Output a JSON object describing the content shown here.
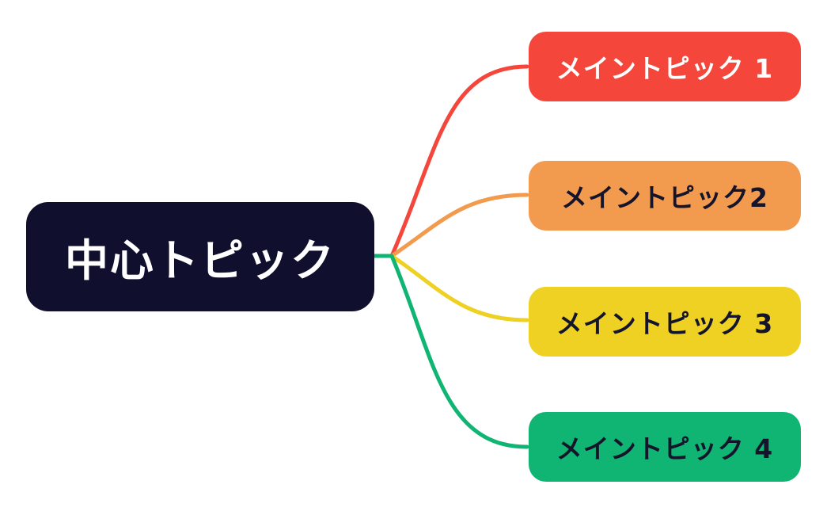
{
  "canvas": {
    "background": "#ffffff"
  },
  "diagram": {
    "type": "mindmap",
    "center": {
      "label": "中心トピック",
      "bg": "#10102e",
      "text_color": "#ffffff"
    },
    "branches": [
      {
        "label": "メイントピック 1",
        "bg": "#f4463b",
        "text_color": "#ffffff",
        "line_color": "#f4463b"
      },
      {
        "label": "メイントピック2",
        "bg": "#f29a4e",
        "text_color": "#14142b",
        "line_color": "#f29a4e"
      },
      {
        "label": "メイントピック 3",
        "bg": "#efd123",
        "text_color": "#14142b",
        "line_color": "#efd123"
      },
      {
        "label": "メイントピック 4",
        "bg": "#10b573",
        "text_color": "#14142b",
        "line_color": "#10b573"
      }
    ]
  }
}
